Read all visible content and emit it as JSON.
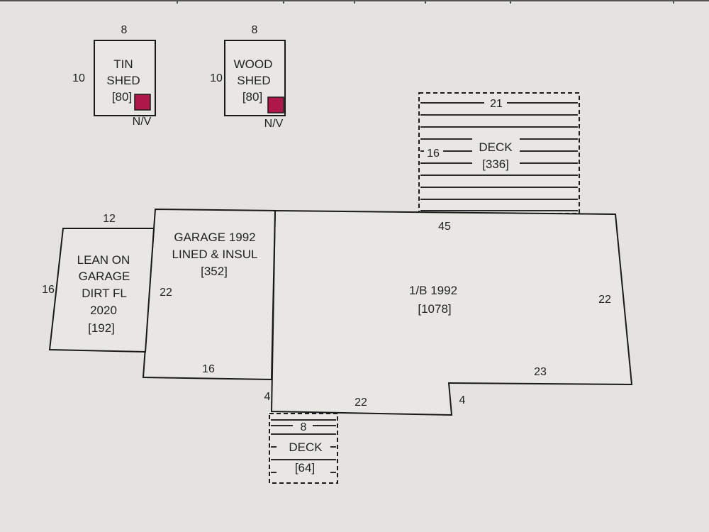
{
  "colors": {
    "background": "#e4e3e0",
    "line": "#1a1a1a",
    "marker": "#b0174a"
  },
  "tin_shed": {
    "name_line1": "TIN",
    "name_line2": "SHED",
    "area": "[80]",
    "dim_top": "8",
    "dim_left": "10",
    "marker_label": "N/V"
  },
  "wood_shed": {
    "name_line1": "WOOD",
    "name_line2": "SHED",
    "area": "[80]",
    "dim_top": "8",
    "dim_left": "10",
    "marker_label": "N/V"
  },
  "deck_top": {
    "dim_width": "21",
    "dim_left": "16",
    "name": "DECK",
    "area": "[336]"
  },
  "lean_on": {
    "line1": "LEAN ON",
    "line2": "GARAGE",
    "line3": "DIRT FL",
    "line4": "2020",
    "area": "[192]",
    "dim_top": "12",
    "dim_left": "16"
  },
  "garage": {
    "line1": "GARAGE 1992",
    "line2": "LINED & INSUL",
    "area": "[352]",
    "dim_left": "22",
    "dim_bottom": "16"
  },
  "house": {
    "line1": "1/B 1992",
    "area": "[1078]",
    "dim_top": "45",
    "dim_right": "22",
    "dim_bottom_right": "23",
    "dim_step": "4",
    "dim_bottom_left": "22",
    "dim_left_step": "4"
  },
  "deck_bottom": {
    "dim_width": "8",
    "name": "DECK",
    "area": "[64]"
  }
}
